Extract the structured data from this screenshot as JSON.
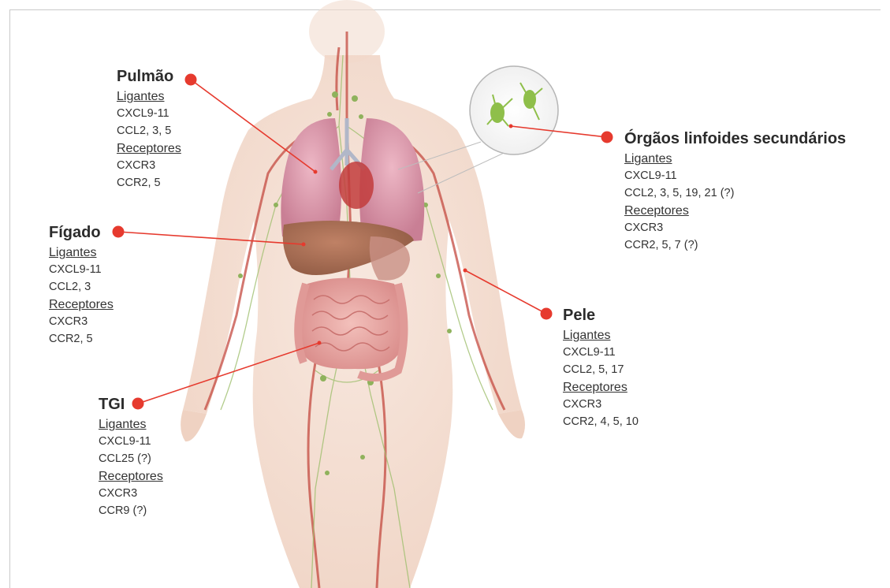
{
  "colors": {
    "accent": "#e63a2e",
    "skin": "#f3ddd0",
    "lung": "#d99aae",
    "liver": "#a4694f",
    "intestine": "#e7a3a0",
    "lymph": "#a8c77a"
  },
  "organs": [
    {
      "id": "pulmao",
      "title": "Pulmão",
      "ligands_label": "Ligantes",
      "ligands": [
        "CXCL9-11",
        "CCL2, 3, 5"
      ],
      "receptors_label": "Receptores",
      "receptors": [
        "CXCR3",
        "CCR2, 5"
      ]
    },
    {
      "id": "figado",
      "title": "Fígado",
      "ligands_label": "Ligantes",
      "ligands": [
        "CXCL9-11",
        "CCL2, 3"
      ],
      "receptors_label": "Receptores",
      "receptors": [
        "CXCR3",
        "CCR2, 5"
      ]
    },
    {
      "id": "tgi",
      "title": "TGI",
      "ligands_label": "Ligantes",
      "ligands": [
        "CXCL9-11",
        "CCL25 (?)"
      ],
      "receptors_label": "Receptores",
      "receptors": [
        "CXCR3",
        "CCR9 (?)"
      ]
    },
    {
      "id": "orgaos",
      "title": "Órgãos linfoides secundários",
      "ligands_label": "Ligantes",
      "ligands": [
        "CXCL9-11",
        "CCL2, 3, 5, 19, 21 (?)"
      ],
      "receptors_label": "Receptores",
      "receptors": [
        "CXCR3",
        "CCR2, 5, 7 (?)"
      ]
    },
    {
      "id": "pele",
      "title": "Pele",
      "ligands_label": "Ligantes",
      "ligands": [
        "CXCL9-11",
        "CCL2, 5, 17"
      ],
      "receptors_label": "Receptores",
      "receptors": [
        "CXCR3",
        "CCR2, 4, 5, 10"
      ]
    }
  ]
}
